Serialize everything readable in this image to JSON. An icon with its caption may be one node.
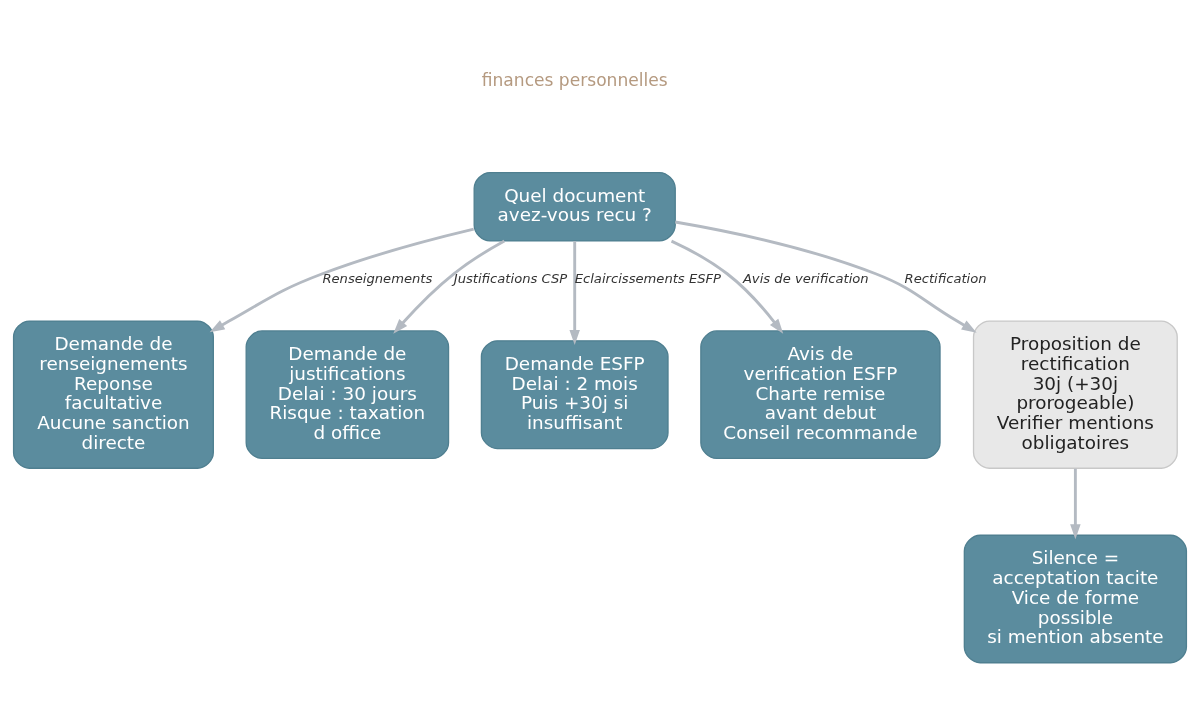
{
  "diagram": {
    "nodes": [
      {
        "text": [
          "Quel document avez-vous recu ?"
        ]
      },
      {
        "text": [
          "Demande de renseignements",
          "Reponse facultative",
          "Aucune sanction directe"
        ]
      },
      {
        "text": [
          "Demande de justifications",
          "Delai : 30 jours",
          "Risque : taxation d office"
        ]
      },
      {
        "text": [
          "Demande ESFP",
          "Delai : 2 mois",
          "Puis +30j si insuffisant"
        ]
      },
      {
        "text": [
          "Avis de verification ESFP",
          "Charte remise avant debut",
          "Conseil recommande"
        ]
      },
      {
        "text": [
          "Proposition de rectification",
          "30j (+30j prorogeable)",
          "Verifier mentions obligatoires"
        ]
      },
      {
        "text": [
          "Silence = acceptation tacite",
          "Vice de forme possible",
          "si mention absente"
        ]
      }
    ],
    "edges": [
      {
        "from": 0,
        "to": 1,
        "arrow": "to",
        "label": "Renseignements"
      },
      {
        "from": 0,
        "to": 2,
        "arrow": "to",
        "label": "Justifications CSP"
      },
      {
        "from": 0,
        "to": 3,
        "arrow": "to",
        "label": "Eclaircissements ESFP"
      },
      {
        "from": 0,
        "to": 4,
        "arrow": "to",
        "label": "Avis de verification"
      },
      {
        "from": 0,
        "to": 5,
        "arrow": "to",
        "label": "Rectification"
      },
      {
        "from": 5,
        "to": 6,
        "arrow": "to"
      }
    ],
    "labels": [
      "finances personnelles"
    ]
  }
}
